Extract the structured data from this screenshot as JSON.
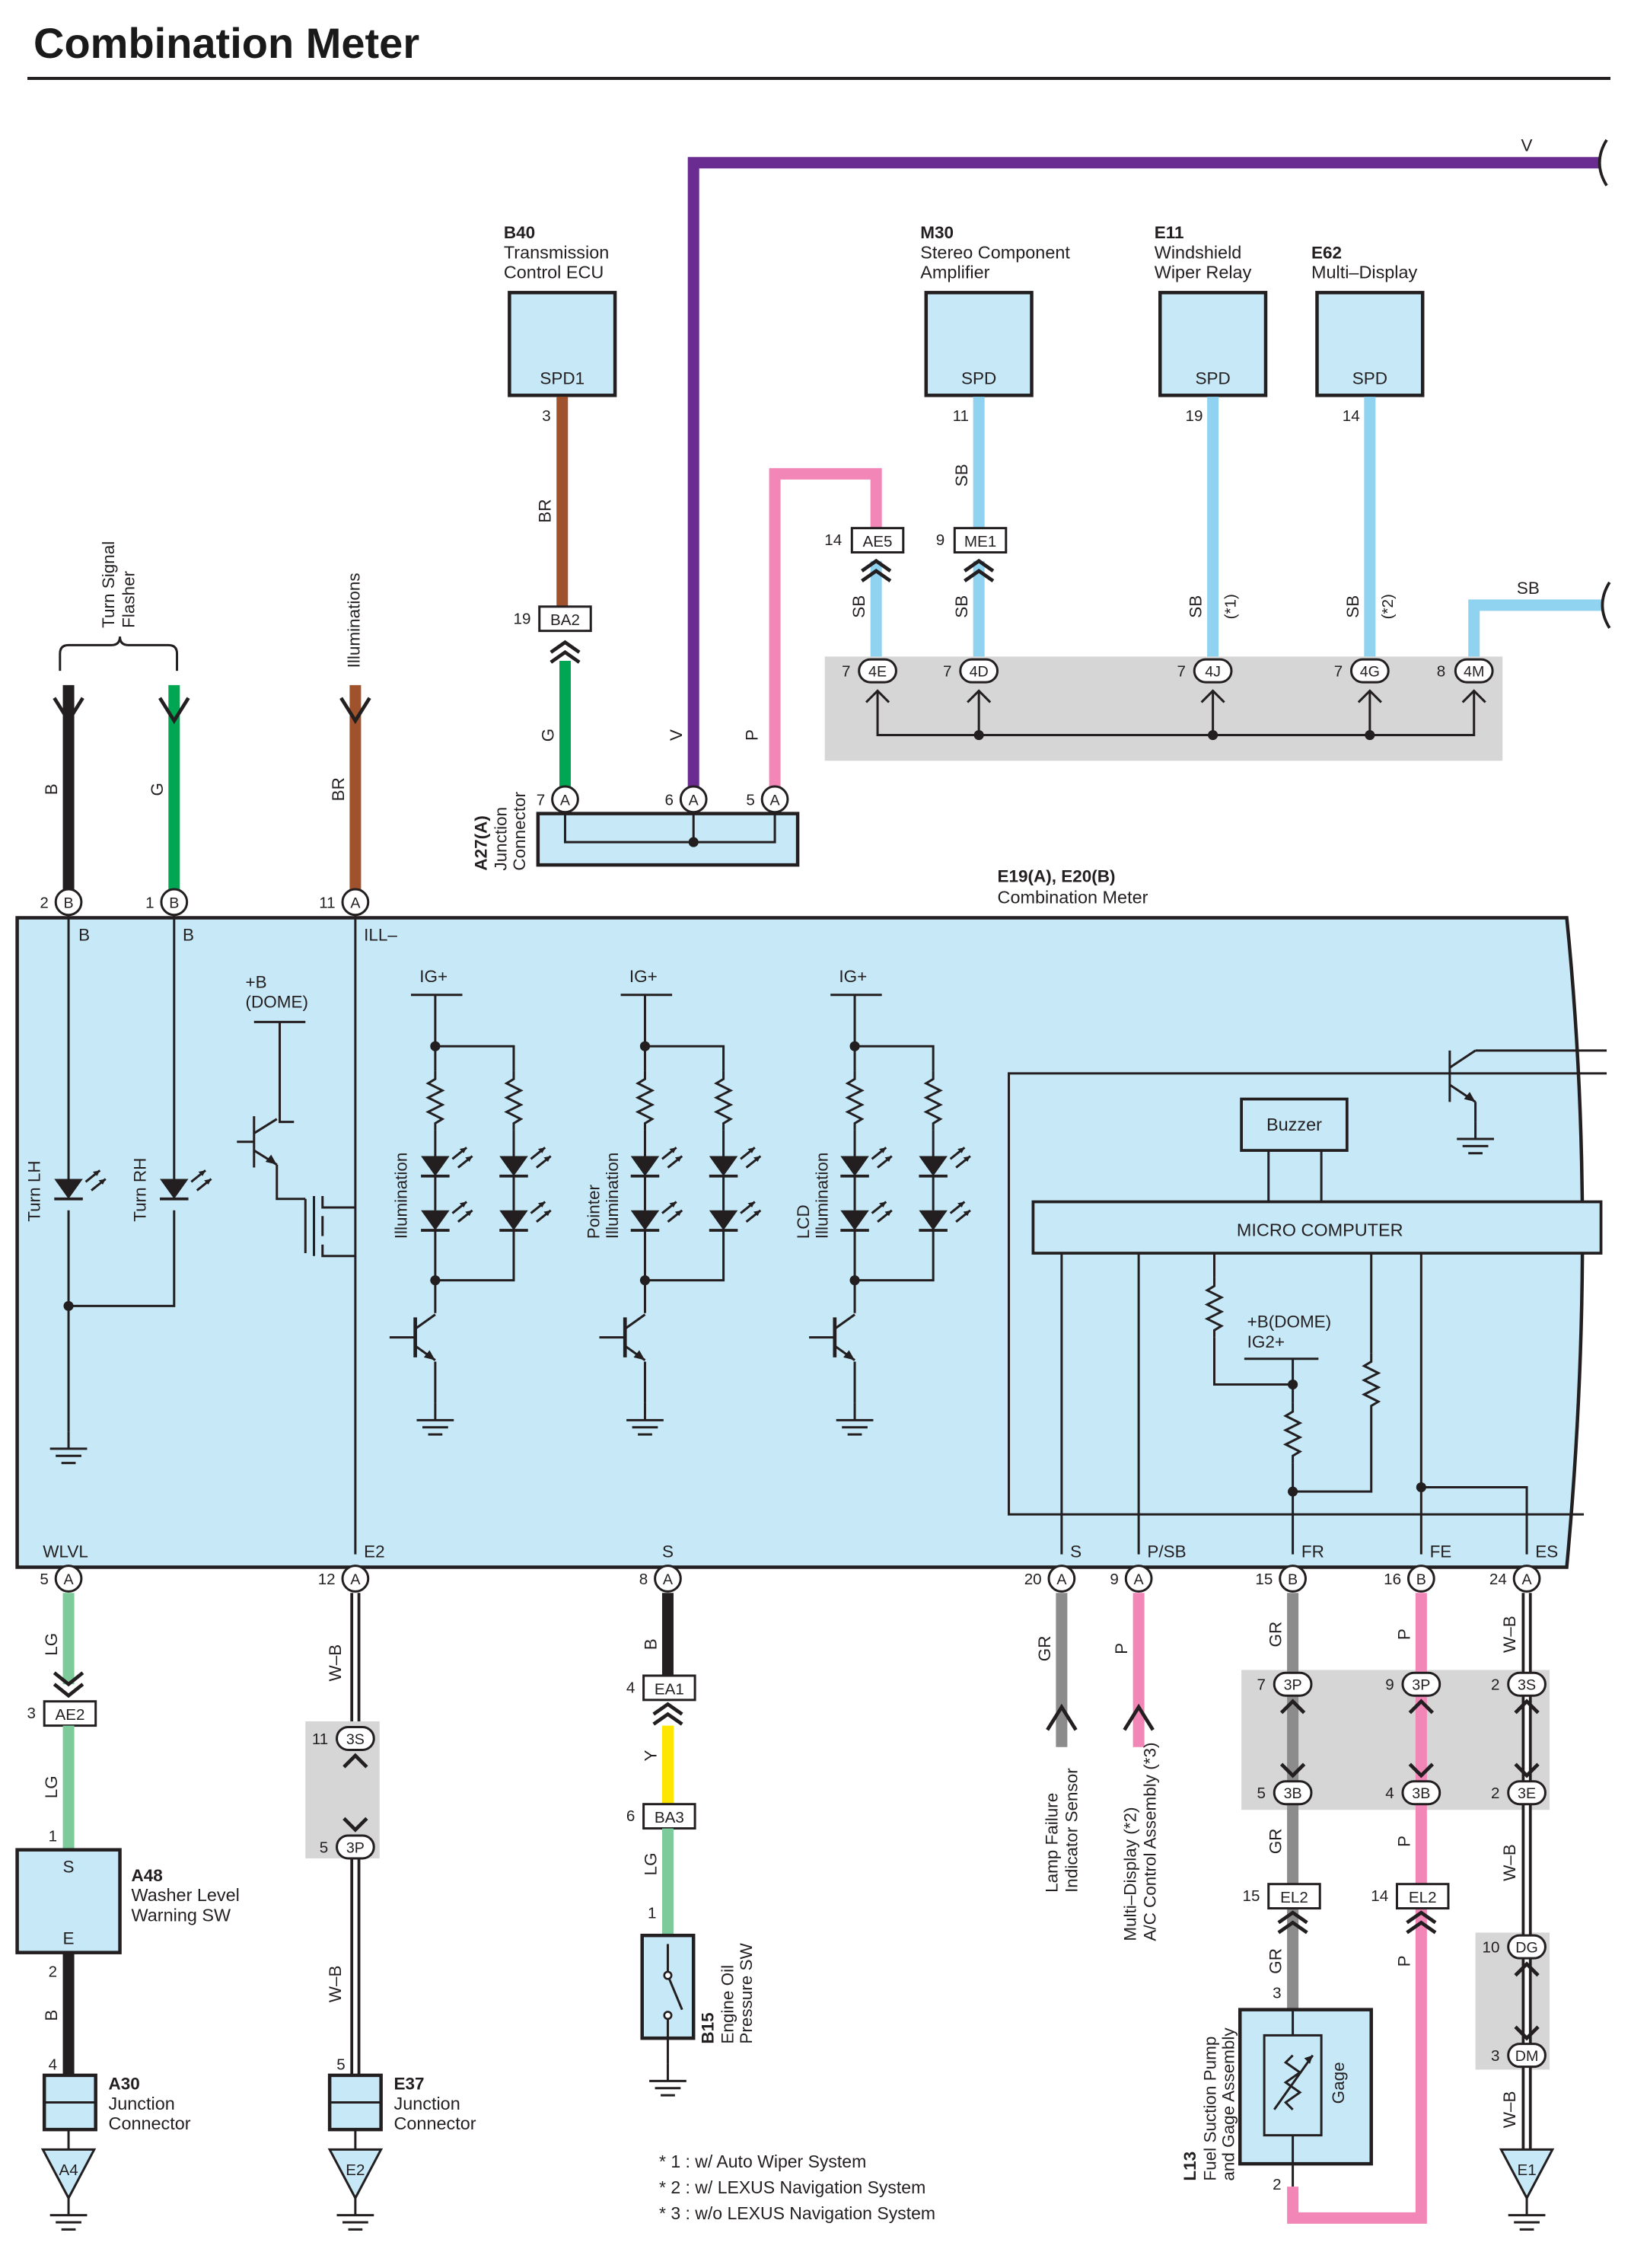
{
  "title": "Combination Meter",
  "colors": {
    "violet": "#6a2c91",
    "brown": "#a0522d",
    "green": "#00a651",
    "pink": "#f287b7",
    "sky_blue": "#8fd3f0",
    "light_green": "#7dcb9b",
    "yellow": "#ffe600",
    "gray": "#8c8c8c",
    "black": "#231f20",
    "panel": "#c7e8f6",
    "connector_box": "#d6d6d6"
  },
  "top_wire": {
    "color": "V"
  },
  "upper_right_wire": {
    "color": "SB"
  },
  "components": {
    "B40": {
      "id": "B40",
      "line1": "Transmission",
      "line2": "Control ECU",
      "terminal": "SPD1",
      "pin": "3"
    },
    "M30": {
      "id": "M30",
      "line1": "Stereo Component",
      "line2": "Amplifier",
      "terminal": "SPD",
      "pin": "11"
    },
    "E11": {
      "id": "E11",
      "line1": "Windshield",
      "line2": "Wiper Relay",
      "terminal": "SPD",
      "pin": "19"
    },
    "E62": {
      "id": "E62",
      "line1": "Multi–Display",
      "terminal": "SPD",
      "pin": "14"
    },
    "A27": {
      "id": "A27(A)",
      "line1": "Junction",
      "line2": "Connector",
      "pins": [
        "7",
        "6",
        "5"
      ],
      "pin_letter": "A"
    },
    "meter": {
      "id": "E19(A), E20(B)",
      "name": "Combination Meter"
    },
    "A48": {
      "id": "A48",
      "line1": "Washer Level",
      "line2": "Warning SW",
      "t1": "S",
      "t2": "E"
    },
    "A30": {
      "id": "A30",
      "line1": "Junction",
      "line2": "Connector",
      "ground": "A4"
    },
    "E37": {
      "id": "E37",
      "line1": "Junction",
      "line2": "Connector",
      "ground": "E2"
    },
    "B15": {
      "id": "B15",
      "line1": "Engine Oil",
      "line2": "Pressure SW"
    },
    "L13": {
      "id": "L13",
      "line1": "Fuel Suction Pump",
      "line2": "and Gage Assembly",
      "inner": "Gage"
    },
    "E1": {
      "ground": "E1"
    }
  },
  "connectors": {
    "BA2": {
      "label": "BA2",
      "pin": "19"
    },
    "AE5": {
      "label": "AE5",
      "pin": "14"
    },
    "ME1": {
      "label": "ME1",
      "pin": "9"
    },
    "AE2": {
      "label": "AE2",
      "pin": "3"
    },
    "EA1": {
      "label": "EA1",
      "pin": "4"
    },
    "BA3": {
      "label": "BA3",
      "pin": "6"
    },
    "EL2a": {
      "label": "EL2",
      "pin": "15"
    },
    "EL2b": {
      "label": "EL2",
      "pin": "14"
    },
    "4E": {
      "label": "4E",
      "pin": "7"
    },
    "4D": {
      "label": "4D",
      "pin": "7"
    },
    "4J": {
      "label": "4J",
      "pin": "7"
    },
    "4G": {
      "label": "4G",
      "pin": "7"
    },
    "4M": {
      "label": "4M",
      "pin": "8"
    },
    "3S_e2": {
      "label": "3S",
      "pin": "11"
    },
    "3P_e2": {
      "label": "3P",
      "pin": "5"
    },
    "3P_fr": {
      "label": "3P",
      "pin": "7"
    },
    "3P_fe": {
      "label": "3P",
      "pin": "9"
    },
    "3S_es": {
      "label": "3S",
      "pin": "2"
    },
    "3B_fr": {
      "label": "3B",
      "pin": "5"
    },
    "3B_fe": {
      "label": "3B",
      "pin": "4"
    },
    "3E_es": {
      "label": "3E",
      "pin": "2"
    },
    "DG": {
      "label": "DG",
      "pin": "10"
    },
    "DM": {
      "label": "DM",
      "pin": "3"
    }
  },
  "wire_labels": {
    "br_b40": "BR",
    "g_a27": "G",
    "v_a27": "V",
    "p_a27": "P",
    "sb_m30": "SB",
    "sb_ae5": "SB",
    "sb_me1": "SB",
    "sb_e11": "SB",
    "sb_e11_note": "(*1)",
    "sb_e62": "SB",
    "sb_e62_note": "(*2)",
    "b_turn": "B",
    "g_turn": "G",
    "br_ill": "BR",
    "lg1": "LG",
    "lg2": "LG",
    "b_a48": "B",
    "wb1": "W–B",
    "wb2": "W–B",
    "b_s": "B",
    "y_s": "Y",
    "lg_s": "LG",
    "gr_lamp": "GR",
    "p_md": "P",
    "gr1": "GR",
    "gr2": "GR",
    "gr3": "GR",
    "p1": "P",
    "p2": "P",
    "p3": "P",
    "wb3": "W–B",
    "wb4": "W–B",
    "wb5": "W–B"
  },
  "upper_terminals": {
    "t1": {
      "pin": "2",
      "letter": "B",
      "label": "B"
    },
    "t2": {
      "pin": "1",
      "letter": "B",
      "label": "B"
    },
    "t3": {
      "pin": "11",
      "letter": "A",
      "label": "ILL–"
    }
  },
  "lower_terminals": {
    "wlvl": {
      "pin": "5",
      "letter": "A",
      "label": "WLVL"
    },
    "e2": {
      "pin": "12",
      "letter": "A",
      "label": "E2"
    },
    "s": {
      "pin": "8",
      "letter": "A",
      "label": "S"
    },
    "s2": {
      "pin": "20",
      "letter": "A",
      "label": "S"
    },
    "psb": {
      "pin": "9",
      "letter": "A",
      "label": "P/SB"
    },
    "fr": {
      "pin": "15",
      "letter": "B",
      "label": "FR"
    },
    "fe": {
      "pin": "16",
      "letter": "B",
      "label": "FE"
    },
    "es": {
      "pin": "24",
      "letter": "A",
      "label": "ES"
    }
  },
  "external_labels": {
    "turn_flasher1": "Turn Signal",
    "turn_flasher2": "Flasher",
    "illuminations": "Illuminations",
    "lamp_failure1": "Lamp Failure",
    "lamp_failure2": "Indicator Sensor",
    "md1": "Multi–Display (*2)",
    "md2": "A/C Control Assembly (*3)"
  },
  "internal": {
    "turn_lh": "Turn LH",
    "turn_rh": "Turn RH",
    "dome": "+B",
    "dome2": "(DOME)",
    "ig1": "IG+",
    "ig2": "IG+",
    "ig3": "IG+",
    "illum": "Illumination",
    "pointer1": "Pointer",
    "pointer2": "Illumination",
    "lcd1": "LCD",
    "lcd2": "Illumination",
    "buzzer": "Buzzer",
    "micro": "MICRO COMPUTER",
    "bdome": "+B(DOME)",
    "ig2plus": "IG2+"
  },
  "footnotes": [
    "* 1 : w/ Auto Wiper System",
    "* 2 : w/ LEXUS Navigation System",
    "* 3 : w/o LEXUS Navigation System"
  ]
}
